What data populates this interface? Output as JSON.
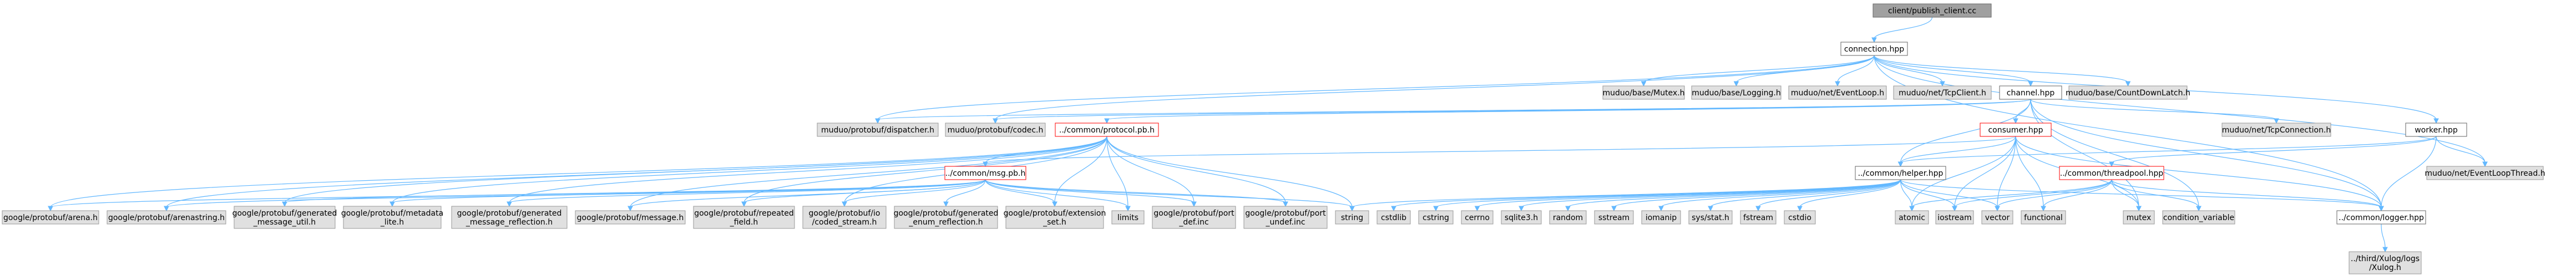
{
  "diagram": {
    "type": "include-dependency-graph",
    "colors": {
      "root_fill": "#a0a0a0",
      "node_fill": "#ffffff",
      "node_border": "#666666",
      "external_fill": "#e0e0e0",
      "external_border": "#999999",
      "highlight_border": "#ff0000",
      "edge": "#63b8ff"
    },
    "nodes": [
      {
        "id": "root",
        "lines": [
          "client/publish_client.cc"
        ],
        "kind": "root"
      },
      {
        "id": "connection",
        "lines": [
          "connection.hpp"
        ],
        "kind": "internal"
      },
      {
        "id": "mutex_h",
        "lines": [
          "muduo/base/Mutex.h"
        ],
        "kind": "external"
      },
      {
        "id": "logging_h",
        "lines": [
          "muduo/base/Logging.h"
        ],
        "kind": "external"
      },
      {
        "id": "eventloop_h",
        "lines": [
          "muduo/net/EventLoop.h"
        ],
        "kind": "external"
      },
      {
        "id": "tcpclient_h",
        "lines": [
          "muduo/net/TcpClient.h"
        ],
        "kind": "external"
      },
      {
        "id": "channel",
        "lines": [
          "channel.hpp"
        ],
        "kind": "internal"
      },
      {
        "id": "countdown_h",
        "lines": [
          "muduo/base/CountDownLatch.h"
        ],
        "kind": "external"
      },
      {
        "id": "dispatcher_h",
        "lines": [
          "muduo/protobuf/dispatcher.h"
        ],
        "kind": "external"
      },
      {
        "id": "codec_h",
        "lines": [
          "muduo/protobuf/codec.h"
        ],
        "kind": "external"
      },
      {
        "id": "protocol_pb",
        "lines": [
          "../common/protocol.pb.h"
        ],
        "kind": "highlight"
      },
      {
        "id": "tcpconn_h",
        "lines": [
          "muduo/net/TcpConnection.h"
        ],
        "kind": "external"
      },
      {
        "id": "worker",
        "lines": [
          "worker.hpp"
        ],
        "kind": "internal"
      },
      {
        "id": "consumer",
        "lines": [
          "consumer.hpp"
        ],
        "kind": "highlight"
      },
      {
        "id": "msg_pb",
        "lines": [
          "../common/msg.pb.h"
        ],
        "kind": "highlight"
      },
      {
        "id": "helper",
        "lines": [
          "../common/helper.hpp"
        ],
        "kind": "internal"
      },
      {
        "id": "threadpool",
        "lines": [
          "../common/threadpool.hpp"
        ],
        "kind": "highlight"
      },
      {
        "id": "eventloopthread_h",
        "lines": [
          "muduo/net/EventLoopThread.h"
        ],
        "kind": "external"
      },
      {
        "id": "pb_arena",
        "lines": [
          "google/protobuf/arena.h"
        ],
        "kind": "external"
      },
      {
        "id": "pb_arenastring",
        "lines": [
          "google/protobuf/arenastring.h"
        ],
        "kind": "external"
      },
      {
        "id": "pb_gen_msg_util",
        "lines": [
          "google/protobuf/generated",
          "_message_util.h"
        ],
        "kind": "external"
      },
      {
        "id": "pb_metadata_lite",
        "lines": [
          "google/protobuf/metadata",
          "_lite.h"
        ],
        "kind": "external"
      },
      {
        "id": "pb_gen_msg_refl",
        "lines": [
          "google/protobuf/generated",
          "_message_reflection.h"
        ],
        "kind": "external"
      },
      {
        "id": "pb_message",
        "lines": [
          "google/protobuf/message.h"
        ],
        "kind": "external"
      },
      {
        "id": "pb_repeated",
        "lines": [
          "google/protobuf/repeated",
          "_field.h"
        ],
        "kind": "external"
      },
      {
        "id": "pb_coded_stream",
        "lines": [
          "google/protobuf/io",
          "/coded_stream.h"
        ],
        "kind": "external"
      },
      {
        "id": "pb_gen_enum_refl",
        "lines": [
          "google/protobuf/generated",
          "_enum_reflection.h"
        ],
        "kind": "external"
      },
      {
        "id": "pb_ext_set",
        "lines": [
          "google/protobuf/extension",
          "_set.h"
        ],
        "kind": "external"
      },
      {
        "id": "limits",
        "lines": [
          "limits"
        ],
        "kind": "external"
      },
      {
        "id": "pb_port_def",
        "lines": [
          "google/protobuf/port",
          "_def.inc"
        ],
        "kind": "external"
      },
      {
        "id": "pb_port_undef",
        "lines": [
          "google/protobuf/port",
          "_undef.inc"
        ],
        "kind": "external"
      },
      {
        "id": "string",
        "lines": [
          "string"
        ],
        "kind": "external"
      },
      {
        "id": "cstdlib",
        "lines": [
          "cstdlib"
        ],
        "kind": "external"
      },
      {
        "id": "cstring",
        "lines": [
          "cstring"
        ],
        "kind": "external"
      },
      {
        "id": "cerrno",
        "lines": [
          "cerrno"
        ],
        "kind": "external"
      },
      {
        "id": "sqlite3",
        "lines": [
          "sqlite3.h"
        ],
        "kind": "external"
      },
      {
        "id": "random",
        "lines": [
          "random"
        ],
        "kind": "external"
      },
      {
        "id": "sstream",
        "lines": [
          "sstream"
        ],
        "kind": "external"
      },
      {
        "id": "iomanip",
        "lines": [
          "iomanip"
        ],
        "kind": "external"
      },
      {
        "id": "sys_stat",
        "lines": [
          "sys/stat.h"
        ],
        "kind": "external"
      },
      {
        "id": "fstream",
        "lines": [
          "fstream"
        ],
        "kind": "external"
      },
      {
        "id": "cstdio",
        "lines": [
          "cstdio"
        ],
        "kind": "external"
      },
      {
        "id": "atomic",
        "lines": [
          "atomic"
        ],
        "kind": "external"
      },
      {
        "id": "iostream",
        "lines": [
          "iostream"
        ],
        "kind": "external"
      },
      {
        "id": "vector",
        "lines": [
          "vector"
        ],
        "kind": "external"
      },
      {
        "id": "functional",
        "lines": [
          "functional"
        ],
        "kind": "external"
      },
      {
        "id": "mutex",
        "lines": [
          "mutex"
        ],
        "kind": "external"
      },
      {
        "id": "condvar",
        "lines": [
          "condition_variable"
        ],
        "kind": "external"
      },
      {
        "id": "logger",
        "lines": [
          "../common/logger.hpp"
        ],
        "kind": "internal"
      },
      {
        "id": "xulog",
        "lines": [
          "../third/Xulog/logs",
          "/Xulog.h"
        ],
        "kind": "external"
      }
    ],
    "edges": [
      [
        "root",
        "connection"
      ],
      [
        "connection",
        "mutex_h"
      ],
      [
        "connection",
        "logging_h"
      ],
      [
        "connection",
        "eventloop_h"
      ],
      [
        "connection",
        "tcpclient_h"
      ],
      [
        "connection",
        "channel"
      ],
      [
        "connection",
        "countdown_h"
      ],
      [
        "connection",
        "dispatcher_h"
      ],
      [
        "connection",
        "codec_h"
      ],
      [
        "connection",
        "worker"
      ],
      [
        "connection",
        "eventloopthread_h"
      ],
      [
        "connection",
        "logger"
      ],
      [
        "channel",
        "dispatcher_h"
      ],
      [
        "channel",
        "codec_h"
      ],
      [
        "channel",
        "protocol_pb"
      ],
      [
        "channel",
        "tcpconn_h"
      ],
      [
        "channel",
        "consumer"
      ],
      [
        "channel",
        "helper"
      ],
      [
        "channel",
        "logger"
      ],
      [
        "channel",
        "mutex"
      ],
      [
        "channel",
        "condvar"
      ],
      [
        "worker",
        "eventloopthread_h"
      ],
      [
        "worker",
        "threadpool"
      ],
      [
        "worker",
        "logger"
      ],
      [
        "worker",
        "helper"
      ],
      [
        "protocol_pb",
        "msg_pb"
      ],
      [
        "protocol_pb",
        "limits"
      ],
      [
        "protocol_pb",
        "string"
      ],
      [
        "protocol_pb",
        "pb_arena"
      ],
      [
        "protocol_pb",
        "pb_arenastring"
      ],
      [
        "protocol_pb",
        "pb_gen_msg_util"
      ],
      [
        "protocol_pb",
        "pb_metadata_lite"
      ],
      [
        "protocol_pb",
        "pb_gen_msg_refl"
      ],
      [
        "protocol_pb",
        "pb_message"
      ],
      [
        "protocol_pb",
        "pb_repeated"
      ],
      [
        "protocol_pb",
        "pb_coded_stream"
      ],
      [
        "protocol_pb",
        "pb_ext_set"
      ],
      [
        "protocol_pb",
        "pb_port_def"
      ],
      [
        "protocol_pb",
        "pb_port_undef"
      ],
      [
        "msg_pb",
        "limits"
      ],
      [
        "msg_pb",
        "string"
      ],
      [
        "msg_pb",
        "pb_arena"
      ],
      [
        "msg_pb",
        "pb_arenastring"
      ],
      [
        "msg_pb",
        "pb_gen_msg_util"
      ],
      [
        "msg_pb",
        "pb_metadata_lite"
      ],
      [
        "msg_pb",
        "pb_gen_msg_refl"
      ],
      [
        "msg_pb",
        "pb_message"
      ],
      [
        "msg_pb",
        "pb_repeated"
      ],
      [
        "msg_pb",
        "pb_coded_stream"
      ],
      [
        "msg_pb",
        "pb_gen_enum_refl"
      ],
      [
        "msg_pb",
        "pb_ext_set"
      ],
      [
        "msg_pb",
        "pb_port_def"
      ],
      [
        "msg_pb",
        "pb_port_undef"
      ],
      [
        "consumer",
        "msg_pb"
      ],
      [
        "consumer",
        "helper"
      ],
      [
        "consumer",
        "logger"
      ],
      [
        "consumer",
        "iostream"
      ],
      [
        "consumer",
        "vector"
      ],
      [
        "consumer",
        "functional"
      ],
      [
        "consumer",
        "mutex"
      ],
      [
        "consumer",
        "atomic"
      ],
      [
        "helper",
        "string"
      ],
      [
        "helper",
        "cstdlib"
      ],
      [
        "helper",
        "cstring"
      ],
      [
        "helper",
        "cerrno"
      ],
      [
        "helper",
        "sqlite3"
      ],
      [
        "helper",
        "random"
      ],
      [
        "helper",
        "sstream"
      ],
      [
        "helper",
        "iomanip"
      ],
      [
        "helper",
        "sys_stat"
      ],
      [
        "helper",
        "fstream"
      ],
      [
        "helper",
        "cstdio"
      ],
      [
        "helper",
        "atomic"
      ],
      [
        "helper",
        "iostream"
      ],
      [
        "helper",
        "vector"
      ],
      [
        "helper",
        "logger"
      ],
      [
        "threadpool",
        "iostream"
      ],
      [
        "threadpool",
        "vector"
      ],
      [
        "threadpool",
        "functional"
      ],
      [
        "threadpool",
        "mutex"
      ],
      [
        "threadpool",
        "condvar"
      ],
      [
        "threadpool",
        "atomic"
      ],
      [
        "threadpool",
        "logger"
      ],
      [
        "logger",
        "xulog"
      ]
    ]
  }
}
